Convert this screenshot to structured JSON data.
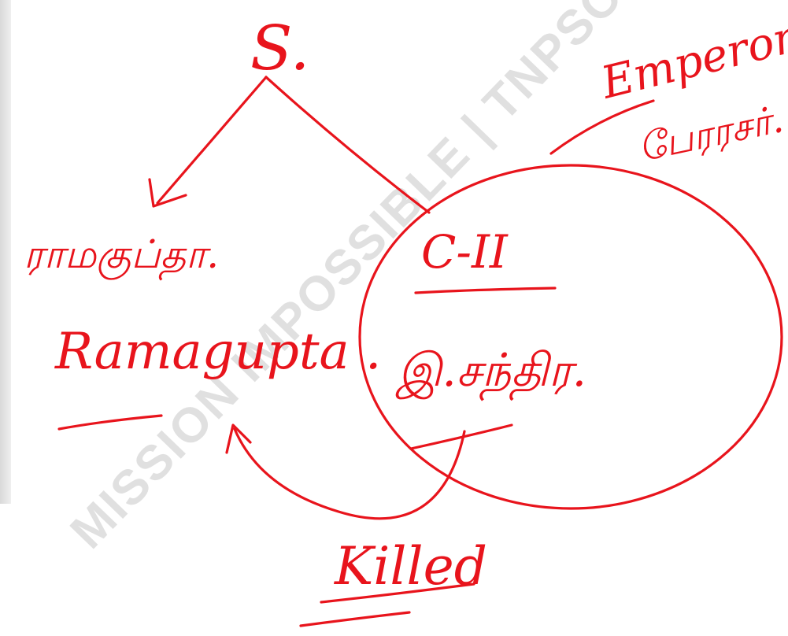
{
  "watermark": "MISSION IMPOSSIBLE | TNPSC",
  "ink_color": "#e8141c",
  "labels": {
    "root": "S.",
    "left_tamil": "ராமகுப்தா.",
    "left_name": "Ramagupta .",
    "right_top": "C-II",
    "right_tamil": "இ.சந்திர.",
    "emperor_en": "Emperor",
    "emperor_ta": "பேரரசர்.",
    "bottom": "Killed"
  }
}
